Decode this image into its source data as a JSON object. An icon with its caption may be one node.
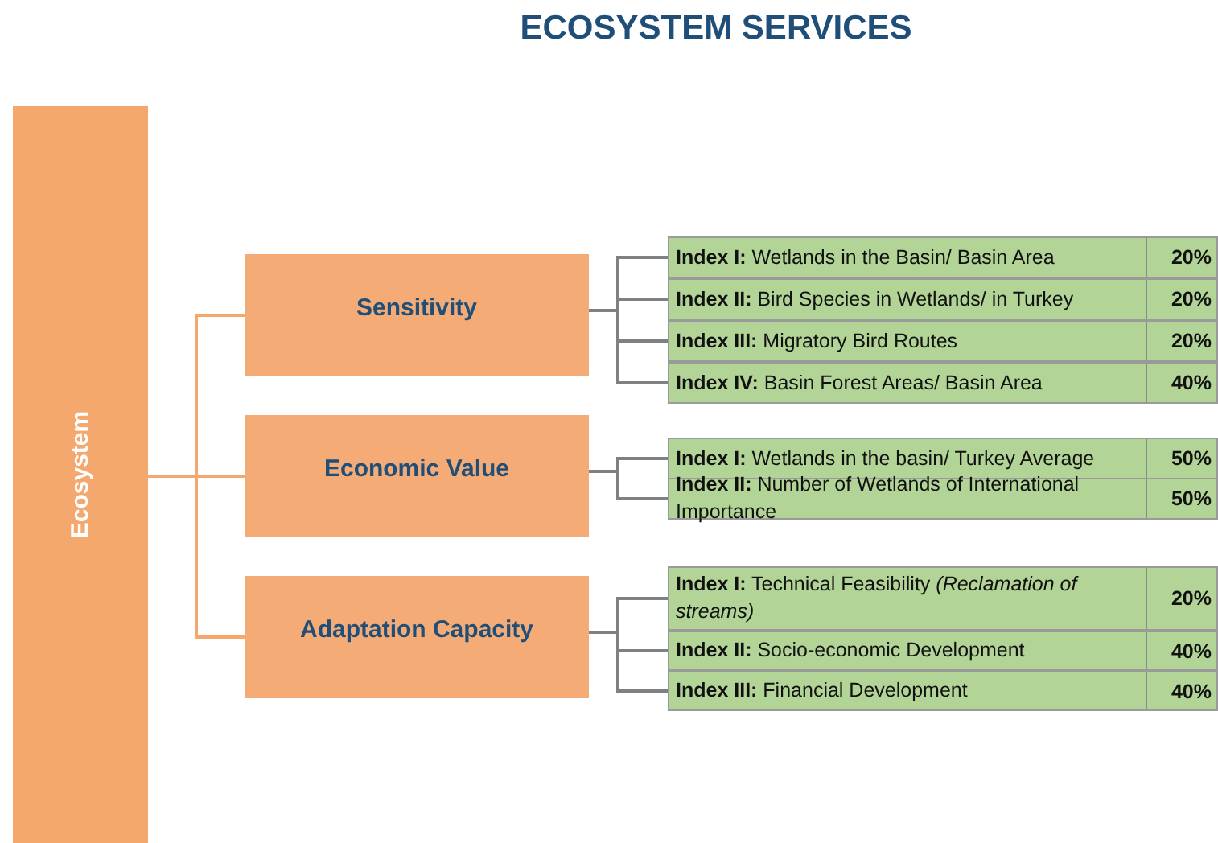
{
  "diagram": {
    "title": "ECOSYSTEM SERVICES",
    "nodes": [
      {
        "text": [
          "Ecosystem"
        ]
      },
      {
        "text": [
          "Sensitivity"
        ]
      },
      {
        "text": [
          "Economic Value"
        ]
      },
      {
        "text": [
          "Adaptation Capacity"
        ]
      },
      {
        "text": [
          "**Index I:** Wetlands in the Basin/ Basin Area",
          "20%"
        ]
      },
      {
        "text": [
          "**Index II:** Bird Species in Wetlands/ in Turkey",
          "20%"
        ]
      },
      {
        "text": [
          "**Index III:** Migratory Bird Routes",
          "20%"
        ]
      },
      {
        "text": [
          "**Index IV:** Basin Forest Areas/ Basin Area",
          "40%"
        ]
      },
      {
        "text": [
          "**Index I:** Wetlands in the basin/ Turkey Average",
          "50%"
        ]
      },
      {
        "text": [
          "**Index II:** Number of Wetlands of International Importance",
          "50%"
        ]
      },
      {
        "text": [
          "**Index I:** Technical Feasibility *(Reclamation of streams)*",
          "20%"
        ]
      },
      {
        "text": [
          "**Index II:** Socio-economic Development",
          "40%"
        ]
      },
      {
        "text": [
          "**Index III:** Financial Development",
          "40%"
        ]
      }
    ],
    "edges": [
      {
        "from": 0,
        "to": 1,
        "arrow": "none",
        "color": "#f5a86e"
      },
      {
        "from": 0,
        "to": 2,
        "arrow": "none",
        "color": "#f5a86e"
      },
      {
        "from": 0,
        "to": 3,
        "arrow": "none",
        "color": "#f5a86e"
      },
      {
        "from": 1,
        "to": 4,
        "arrow": "none",
        "color": "#808080"
      },
      {
        "from": 1,
        "to": 5,
        "arrow": "none",
        "color": "#808080"
      },
      {
        "from": 1,
        "to": 6,
        "arrow": "none",
        "color": "#808080"
      },
      {
        "from": 1,
        "to": 7,
        "arrow": "none",
        "color": "#808080"
      },
      {
        "from": 2,
        "to": 8,
        "arrow": "none",
        "color": "#808080"
      },
      {
        "from": 2,
        "to": 9,
        "arrow": "none",
        "color": "#808080"
      },
      {
        "from": 3,
        "to": 10,
        "arrow": "none",
        "color": "#808080"
      },
      {
        "from": 3,
        "to": 11,
        "arrow": "none",
        "color": "#808080"
      },
      {
        "from": 3,
        "to": 12,
        "arrow": "none",
        "color": "#808080"
      }
    ]
  }
}
